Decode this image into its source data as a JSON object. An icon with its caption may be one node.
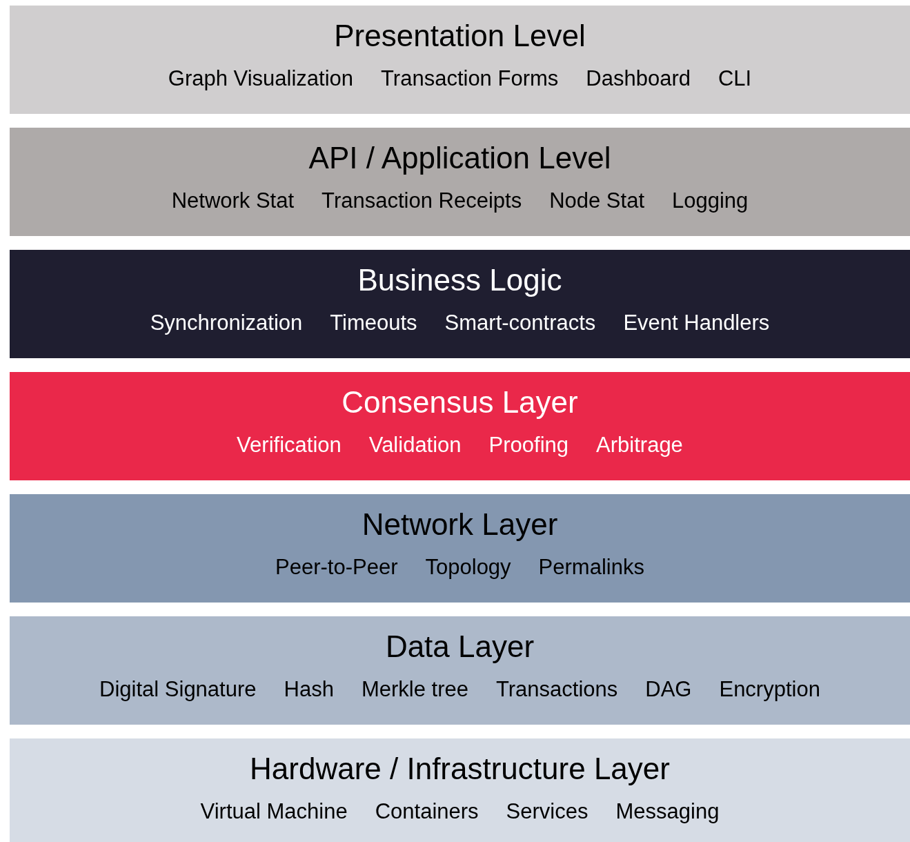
{
  "diagram": {
    "nodes": [
      {
        "text": [
          "Presentation Level",
          "Graph Visualization",
          "Transaction Forms",
          "Dashboard",
          "CLI"
        ]
      },
      {
        "text": [
          "API / Application Level",
          "Network Stat",
          "Transaction Receipts",
          "Node Stat",
          "Logging"
        ]
      },
      {
        "text": [
          "Business Logic",
          "Synchronization",
          "Timeouts",
          "Smart-contracts",
          "Event Handlers"
        ]
      },
      {
        "text": [
          "Consensus Layer",
          "Verification",
          "Validation",
          "Proofing",
          "Arbitrage"
        ]
      },
      {
        "text": [
          "Network Layer",
          "Peer-to-Peer",
          "Topology",
          "Permalinks"
        ]
      },
      {
        "text": [
          "Data Layer",
          "Digital Signature",
          "Hash",
          "Merkle tree",
          "Transactions",
          "DAG",
          "Encryption"
        ]
      },
      {
        "text": [
          "Hardware / Infrastructure Layer",
          "Virtual Machine",
          "Containers",
          "Services",
          "Messaging"
        ]
      }
    ]
  }
}
